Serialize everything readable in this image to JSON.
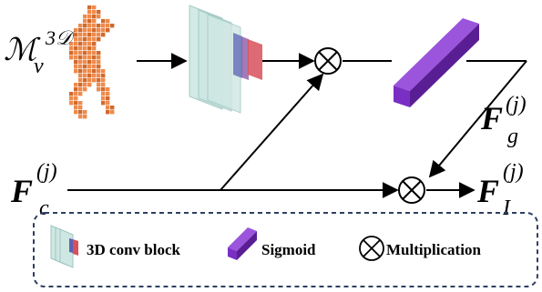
{
  "figure": {
    "input_label": {
      "main": "ℳ",
      "sub": "v",
      "sup": "3𝒟"
    },
    "fc_label": {
      "main": "F",
      "sub": "c",
      "sup": "(j)"
    },
    "fg_label": {
      "main": "F",
      "sub": "g",
      "sup": "(j)"
    },
    "fi_label": {
      "main": "F",
      "sub": "I",
      "sup": "(j)"
    },
    "legend": {
      "conv_label": "3D conv block",
      "sigmoid_label": "Sigmoid",
      "mult_label": "Multiplication"
    },
    "colors": {
      "voxel": "#ef8a4b",
      "voxel_dark": "#d26a2c",
      "conv_fill": "#cfe7e3",
      "conv_red": "#d8505a",
      "conv_blue": "#5a63b4",
      "prism": "#7a2fc4",
      "prism_top": "#9a55dc",
      "prism_side": "#5a1e94",
      "legend_border": "#2f3e63"
    }
  }
}
